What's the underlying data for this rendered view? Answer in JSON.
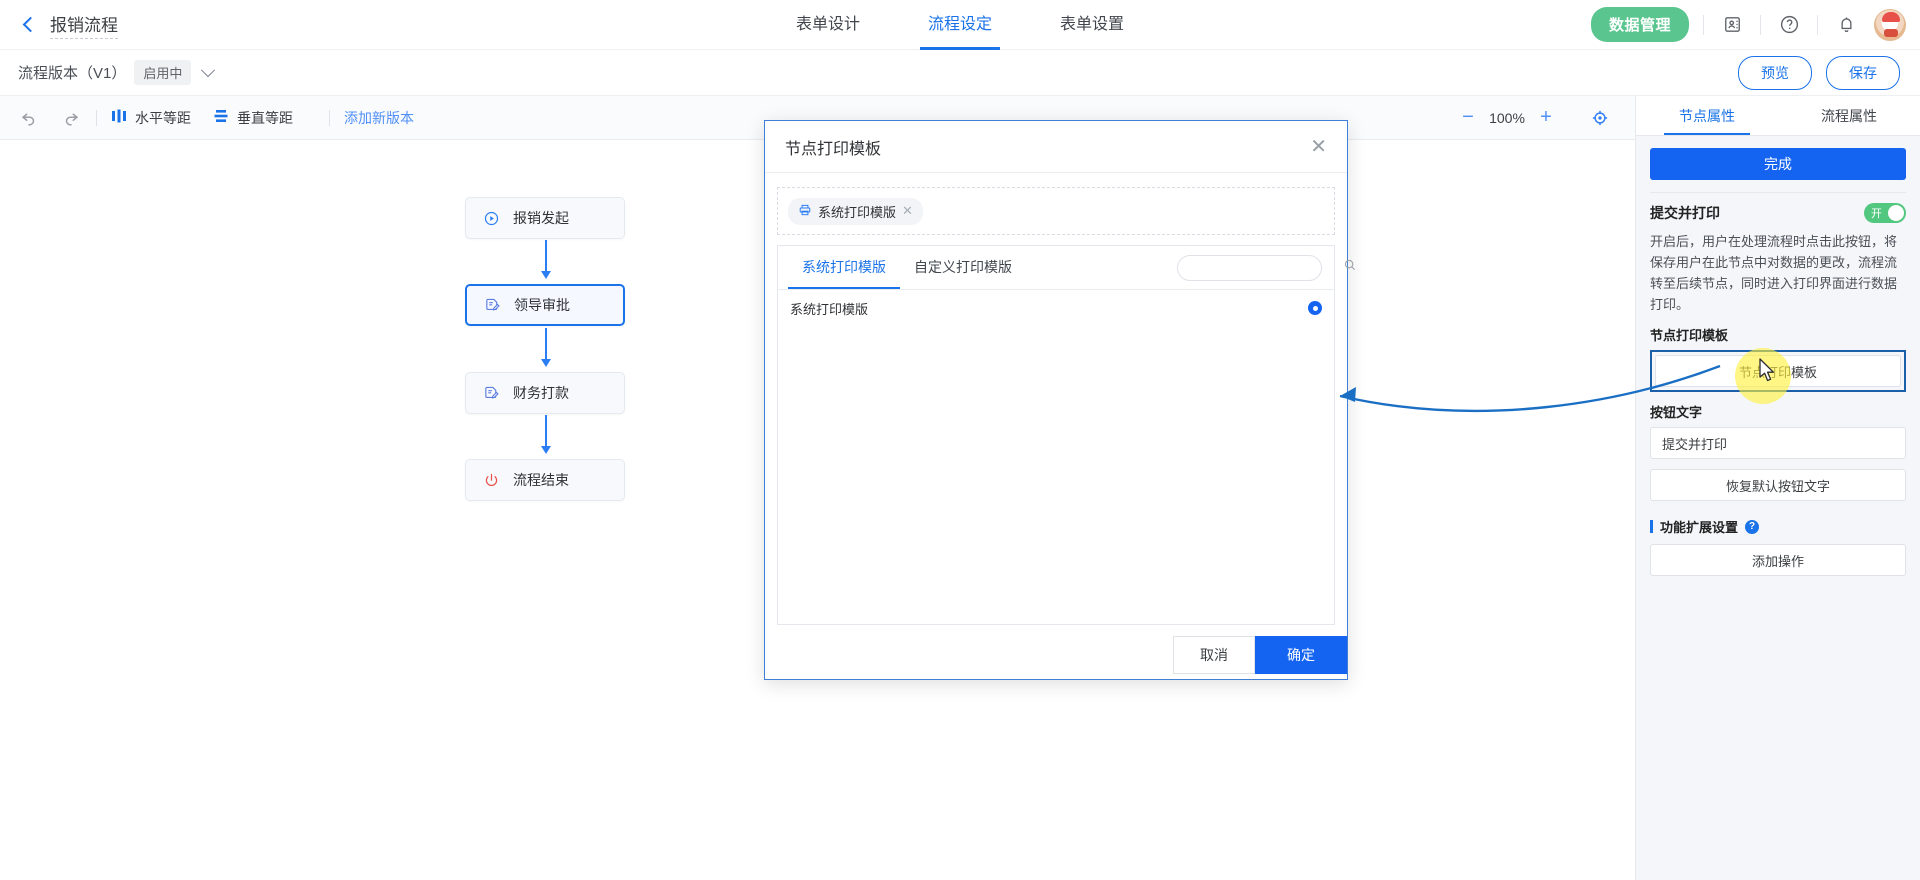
{
  "header": {
    "back_icon": "chevron-left-icon",
    "process_title": "报销流程",
    "tabs": [
      {
        "label": "表单设计",
        "active": false
      },
      {
        "label": "流程设定",
        "active": true
      },
      {
        "label": "表单设置",
        "active": false
      }
    ],
    "data_manage_label": "数据管理",
    "data_manage_color": "#5ac58e",
    "icons": [
      "contact-card-icon",
      "help-circle-icon",
      "bell-icon",
      "avatar"
    ]
  },
  "subbar": {
    "version_label": "流程版本（V1）",
    "version_badge": "启用中",
    "preview_label": "预览",
    "save_label": "保存"
  },
  "toolbar": {
    "undo_icon": "undo-icon",
    "redo_icon": "redo-icon",
    "align_h_label": "水平等距",
    "align_v_label": "垂直等距",
    "add_version_label": "添加新版本",
    "zoom_out": "−",
    "zoom_value": "100%",
    "zoom_in": "+",
    "fit_icon": "target-icon"
  },
  "canvas": {
    "nodes": [
      {
        "label": "报销发起",
        "icon": "play-circle-icon",
        "selected": false
      },
      {
        "label": "领导审批",
        "icon": "approval-doc-icon",
        "selected": true
      },
      {
        "label": "财务打款",
        "icon": "approval-doc-icon",
        "selected": false
      },
      {
        "label": "流程结束",
        "icon": "power-off-icon",
        "selected": false
      }
    ]
  },
  "modal": {
    "title": "节点打印模板",
    "close_icon": "close-icon",
    "chip": {
      "label": "系统打印模版",
      "icon": "printer-icon",
      "remove_icon": "close-icon"
    },
    "tabs": [
      {
        "label": "系统打印模版",
        "active": true
      },
      {
        "label": "自定义打印模版",
        "active": false
      }
    ],
    "search_placeholder": "",
    "search_value": "",
    "search_icon": "search-icon",
    "list": [
      {
        "label": "系统打印模版",
        "selected": true
      }
    ],
    "cancel_label": "取消",
    "confirm_label": "确定"
  },
  "right_panel": {
    "tabs": [
      {
        "label": "节点属性",
        "active": true
      },
      {
        "label": "流程属性",
        "active": false
      }
    ],
    "finish_label": "完成",
    "submit_print_title": "提交并打印",
    "toggle_text": "开",
    "toggle_on": true,
    "toggle_color": "#52c77f",
    "description": "开启后，用户在处理流程时点击此按钮，将保存用户在此节点中对数据的更改，流程流转至后续节点，同时进入打印界面进行数据打印。",
    "node_print_label": "节点打印模板",
    "node_print_button": "节点打印模板",
    "button_text_label": "按钮文字",
    "button_text_value": "提交并打印",
    "restore_default_label": "恢复默认按钮文字",
    "ext_section_label": "功能扩展设置",
    "ext_help_icon": "help-circle-icon",
    "add_action_label": "添加操作"
  },
  "annotation": {
    "arrow_color": "#1a6fc4",
    "highlight_color": "#fff03c"
  }
}
